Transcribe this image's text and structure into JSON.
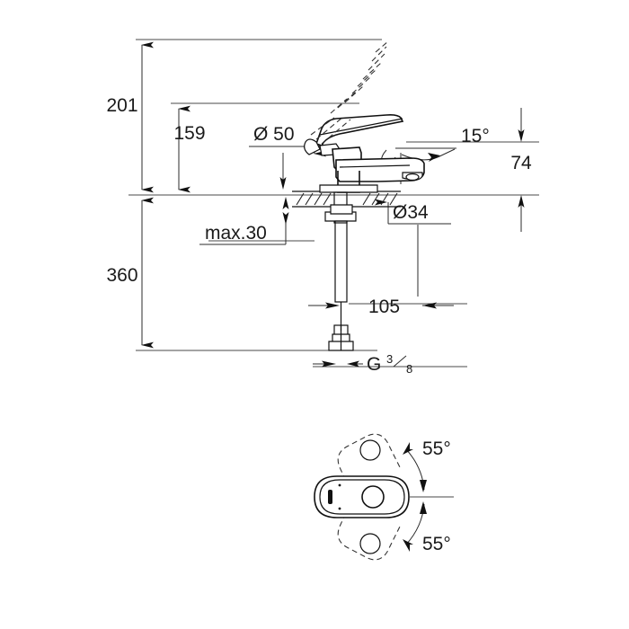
{
  "drawing": {
    "title": "Single-lever basin mixer technical dimension drawing",
    "background_color": "#ffffff",
    "line_color": "#1a1a1a",
    "units": "mm",
    "views": [
      {
        "name": "elevation-view",
        "label": ""
      },
      {
        "name": "plan-view",
        "label": ""
      }
    ]
  },
  "dimensions": {
    "height_overall": "201",
    "height_spout": "159",
    "spout_reach_diameter": "Ø 50",
    "lever_clearance_angle": "15°",
    "spout_height_above_deck": "74",
    "base_diameter": "Ø34",
    "deck_thickness_max": "max.30",
    "total_length": "360",
    "hose_length": "105",
    "thread_size_prefix": "G",
    "thread_numerator": "3",
    "thread_denominator": "8",
    "swivel_angle_upper": "55°",
    "swivel_angle_lower": "55°"
  }
}
